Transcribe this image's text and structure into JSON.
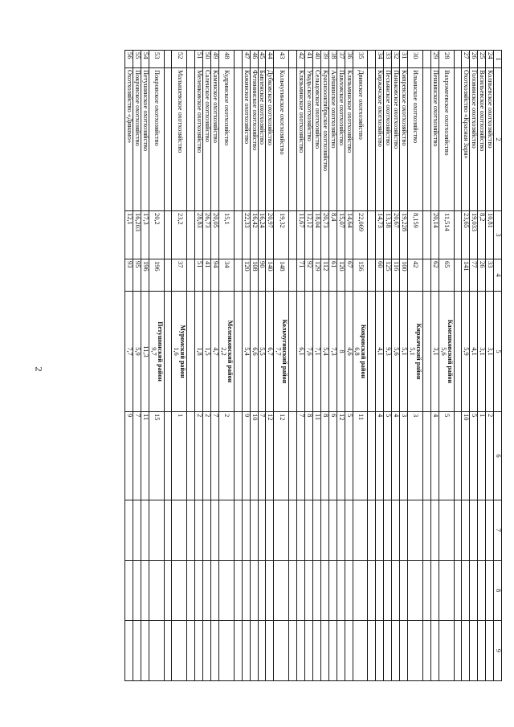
{
  "page_number": "2",
  "header": [
    "1",
    "2",
    "3",
    "4",
    "5",
    "6",
    "7",
    "8",
    "9"
  ],
  "sections": [
    {
      "district": "",
      "rows": [
        [
          "24",
          "Колпьевское охотхозяйство",
          "10,81",
          "33",
          "3,1",
          "2"
        ],
        [
          "25",
          "Васильевское охотхозяйство",
          "8,2",
          "26",
          "3,1",
          "1"
        ],
        [
          "26",
          "Головинское охотхозяйство",
          "19,033",
          "77",
          "4,1",
          "5"
        ],
        [
          "27",
          "Охотхозяйство «Красная Заря»",
          "23,65",
          "141",
          "5,9",
          "10"
        ]
      ]
    },
    {
      "district": "Камешковский район",
      "rows": [
        [
          "28",
          "Вахромеевское охотхозяйство",
          "11,514",
          "65",
          "5,6",
          "5"
        ],
        [
          "29",
          "Пенкинское охотхозяйство",
          "20,14",
          "62",
          "3,1",
          "4"
        ]
      ]
    },
    {
      "district": "Киржачский район",
      "rows": [
        [
          "30",
          "Ильинское охотхозяйство",
          "8,159",
          "42",
          "5,1",
          "3"
        ],
        [
          "31",
          "Кипревское охотхозяйство",
          "19,228",
          "100",
          "5,1",
          "3"
        ],
        [
          "32",
          "Паньковское охотхозяйство",
          "20,67",
          "116",
          "5,6",
          "4"
        ],
        [
          "33",
          "Песьянское охотхозяйство",
          "13,38",
          "125",
          "9,3",
          "5"
        ],
        [
          "34",
          "Киржачское охотхозяйство",
          "14,73",
          "60",
          "4,1",
          "4"
        ]
      ]
    },
    {
      "district": "Ковровский район",
      "rows": [
        [
          "35",
          "Двинское охотхозяйство",
          "22,069",
          "156",
          "6,8",
          "11"
        ],
        [
          "36",
          "Клязьминское охотхозяйство",
          "14,64",
          "67",
          "4,6",
          "5"
        ],
        [
          "37",
          "Павловское охотхозяйство",
          "15,07",
          "120",
          "8",
          "12"
        ],
        [
          "38",
          "Алёшинское охотхозяйство",
          "8,4",
          "61",
          "7,3",
          "6"
        ],
        [
          "39",
          "Красноооктябрьское охотхозяйство",
          "20,73",
          "112",
          "5,4",
          "8"
        ],
        [
          "40",
          "Сельцовское охотхозяйство",
          "18,04",
          "129",
          "7,1",
          "11"
        ],
        [
          "41",
          "Увадьское охотхозяйство",
          "12,12",
          "92",
          "7,6",
          "8"
        ],
        [
          "42",
          "Клязьминское охотхозяйство",
          "11,67",
          "71",
          "6,1",
          "7"
        ]
      ]
    },
    {
      "district": "Кольчугинский район",
      "rows": [
        [
          "43",
          "Кольчугинское охотхозяйство",
          "19,32",
          "148",
          "7,7",
          "12"
        ],
        [
          "44",
          "Дубковское охотхозяйство",
          "20,97",
          "140",
          "6,7",
          "12"
        ],
        [
          "45",
          "Бавленское охотхозяйство",
          "16,24",
          "90",
          "5,5",
          "7"
        ],
        [
          "46",
          "Фетининское охотхозяйство",
          "16,42",
          "108",
          "6,6",
          "10"
        ],
        [
          "47",
          "Кожинское охотхозяйство",
          "22,33",
          "120",
          "5,4",
          "9"
        ]
      ]
    },
    {
      "district": "Меленковский район",
      "rows": [
        [
          "48",
          "Кудринское охотхозяйство",
          "15,1",
          "34",
          "2,2",
          "2"
        ],
        [
          "49",
          "Каменское охотхозяйство",
          "20,05",
          "94",
          "4,7",
          "7"
        ],
        [
          "50",
          "Саленское охотхозяйство",
          "26,73",
          "41",
          "1,5",
          "2"
        ],
        [
          "51",
          "Меленковское охотхозяйство",
          "28,83",
          "51",
          "1,8",
          "2"
        ]
      ]
    },
    {
      "district": "Муромский район",
      "rows": [
        [
          "52",
          "Малышевское охотхозяйство",
          "23,2",
          "37",
          "1,6",
          "1"
        ]
      ]
    },
    {
      "district": "Петушинский район",
      "rows": [
        [
          "53",
          "Покровское охотхозяйство",
          "20,2",
          "196",
          "9,7",
          "15"
        ],
        [
          "54",
          "Петушинское охотхозяйство",
          "17,3",
          "196",
          "11,3",
          "11"
        ],
        [
          "55",
          "Покровское охотхозяйство",
          "16,203",
          "95",
          "5,9",
          "7"
        ],
        [
          "56",
          "Охотхозяйство «Динамо»",
          "12,1",
          "93",
          "7,7",
          "9"
        ]
      ]
    }
  ]
}
